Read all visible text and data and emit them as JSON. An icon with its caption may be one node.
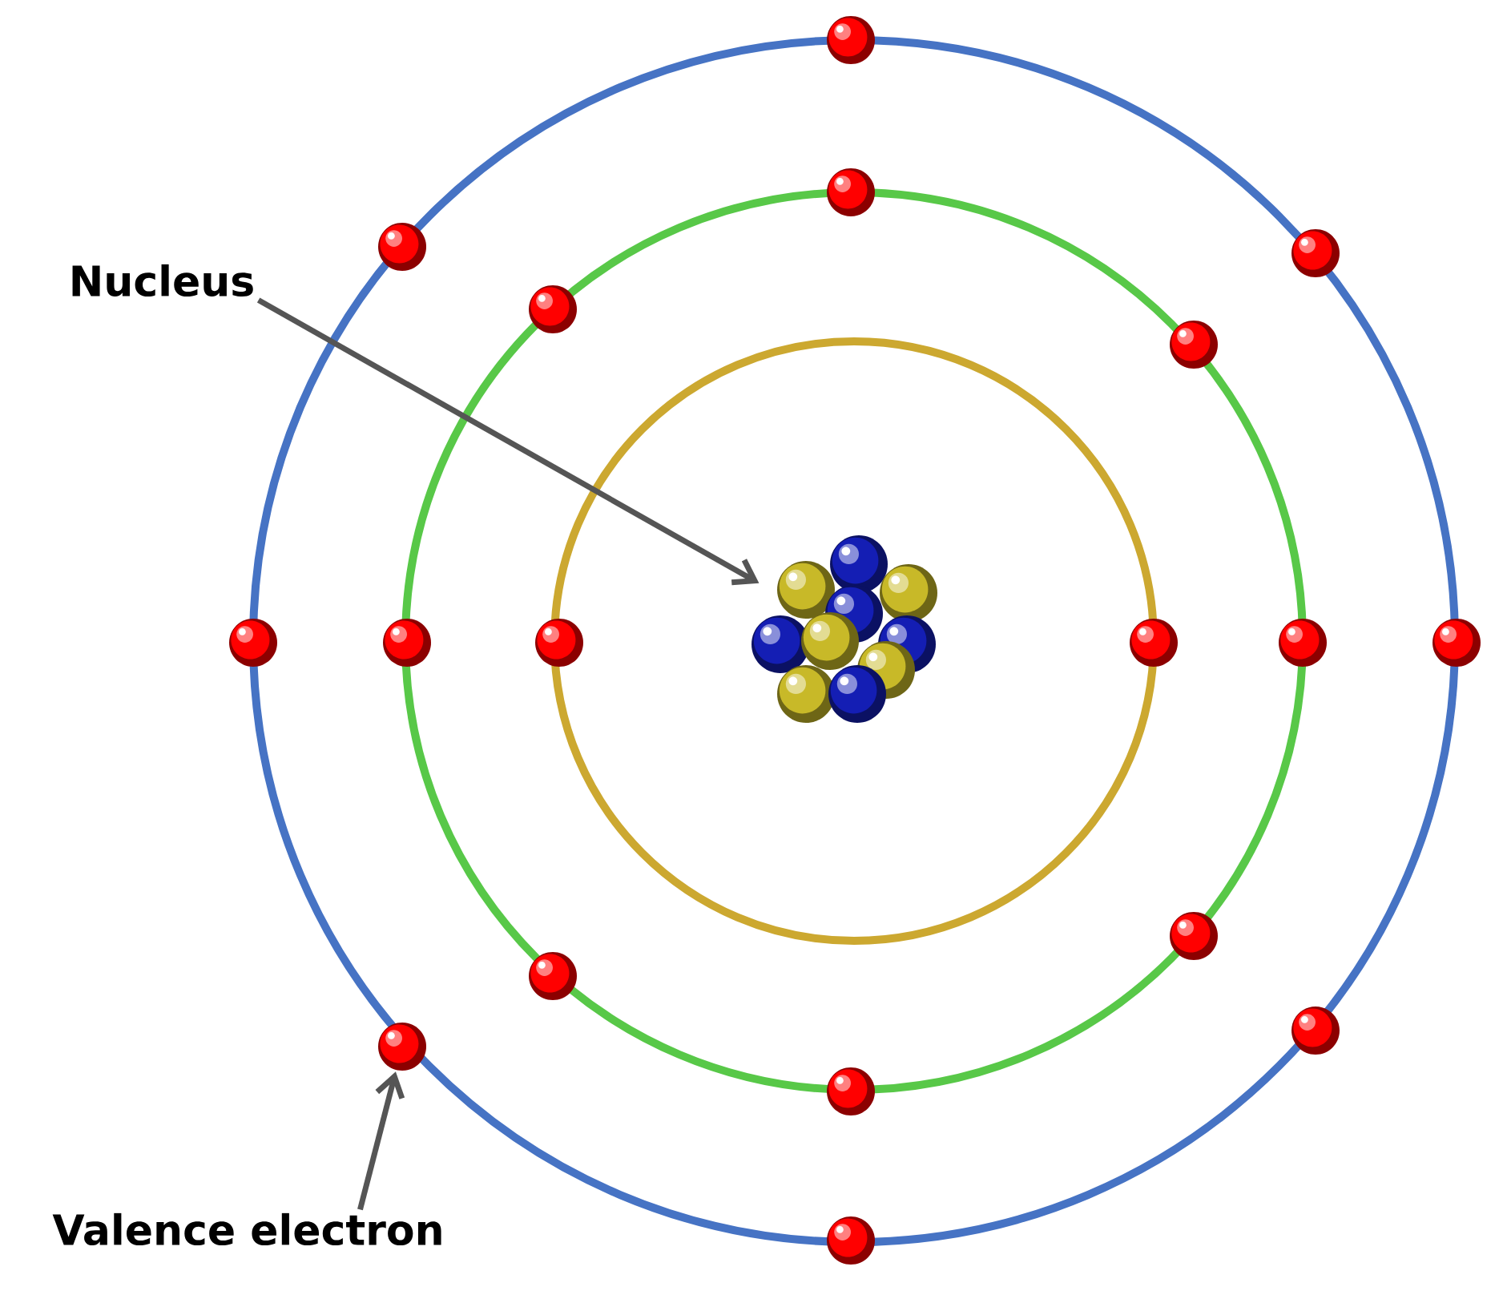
{
  "diagram": {
    "nodes": [
      {
        "text": [
          "Nucleus"
        ]
      },
      {
        "text": [],
        "shape": "picture"
      },
      {
        "text": [
          "Valence electron"
        ]
      },
      {
        "text": [],
        "shape": "circle"
      }
    ],
    "edges": [
      {
        "from": 0,
        "to": 1,
        "arrow": "to"
      },
      {
        "from": 2,
        "to": 3,
        "arrow": "to"
      }
    ]
  }
}
